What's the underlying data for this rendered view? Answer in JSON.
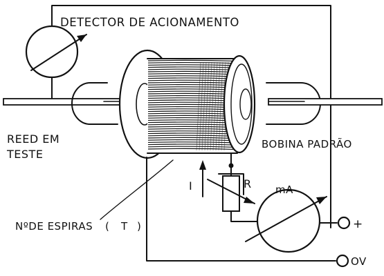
{
  "labels": {
    "detector": "DETECTOR DE ACIONAMENTO",
    "reed_line1": "REED EM",
    "reed_line2": "TESTE",
    "bobina": "BOBINA PADRÃO",
    "current_symbol": "I",
    "resistor": "R",
    "meter_unit": "mA",
    "turns": "NºDE ESPIRAS",
    "turns_paren_open": "(",
    "turns_symbol": "T",
    "turns_paren_close": ")",
    "plus_terminal": "+",
    "zero_terminal": "OV"
  },
  "colors": {
    "ink": "#111111",
    "paper": "#ffffff"
  }
}
